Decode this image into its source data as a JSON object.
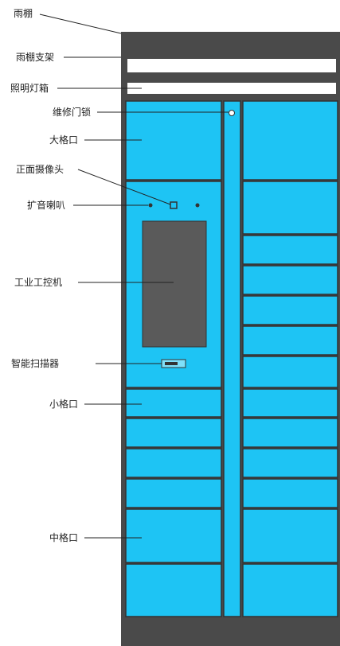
{
  "labels": {
    "canopy": "雨棚",
    "canopy_bracket": "雨棚支架",
    "light_box": "照明灯箱",
    "maintenance_lock": "维修门锁",
    "large_compartment": "大格口",
    "front_camera": "正面摄像头",
    "speaker": "扩音喇叭",
    "industrial_pc": "工业工控机",
    "smart_scanner": "智能扫描器",
    "small_compartment": "小格口",
    "medium_compartment": "中格口"
  },
  "colors": {
    "frame": "#4a4a4a",
    "door": "#1ec4f4",
    "door_border": "#333333",
    "screen": "#5a5a5a",
    "background": "#ffffff"
  }
}
